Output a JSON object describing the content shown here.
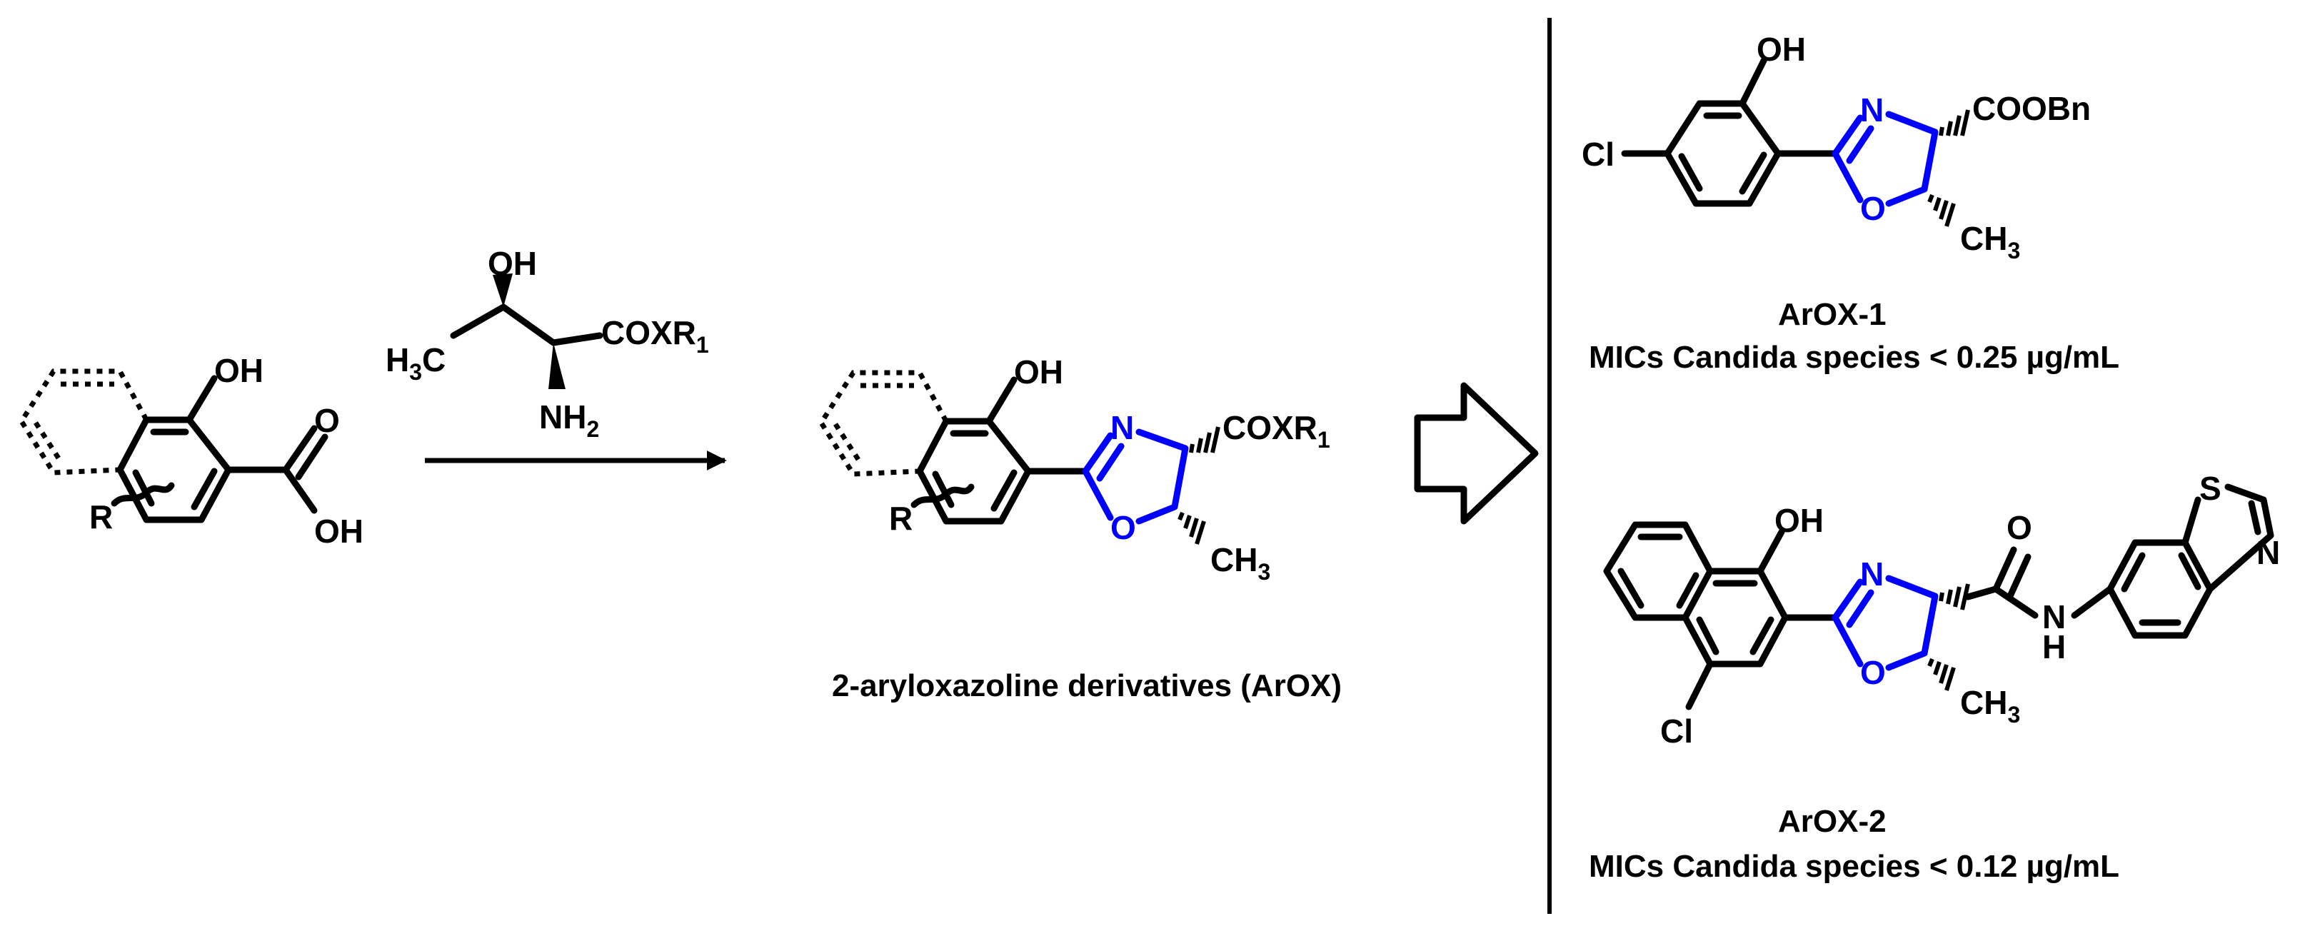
{
  "atoms": {
    "oh": "OH",
    "o": "O",
    "n": "N",
    "r": "R",
    "cl": "Cl",
    "s": "S",
    "h": "H",
    "h3c": "H",
    "h3c_sub": "3",
    "c_after": "C",
    "ch3": "CH",
    "ch3_sub": "3",
    "nh2": "NH",
    "nh2_sub": "2",
    "coxr": "COXR",
    "coxr_sub": "1",
    "cooBn": "COOBn"
  },
  "labels": {
    "product_caption": "2-aryloxazoline derivatives (ArOX)",
    "arox1_name": "ArOX-1",
    "arox1_mic": "MICs Candida species < 0.25 µg/mL",
    "arox2_name": "ArOX-2",
    "arox2_mic": "MICs Candida species < 0.12 µg/mL"
  },
  "colors": {
    "oxazoline": "#0000ff",
    "ink": "#000000"
  }
}
